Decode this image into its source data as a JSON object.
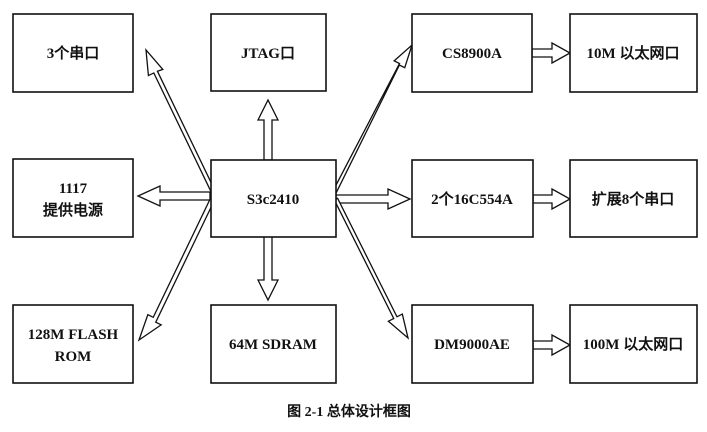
{
  "blocks": {
    "serial3": "3个串口",
    "jtag": "JTAG口",
    "cs8900a": "CS8900A",
    "eth10m": "10M 以太网口",
    "power_l1": "1117",
    "power_l2": "提供电源",
    "cpu": "S3c2410",
    "uart_chip": "2个16C554A",
    "serial8": "扩展8个串口",
    "flash_l1": "128M FLASH",
    "flash_l2": "ROM",
    "sdram": "64M SDRAM",
    "dm9000": "DM9000AE",
    "eth100m": "100M 以太网口"
  },
  "caption": "图 2-1  总体设计框图"
}
